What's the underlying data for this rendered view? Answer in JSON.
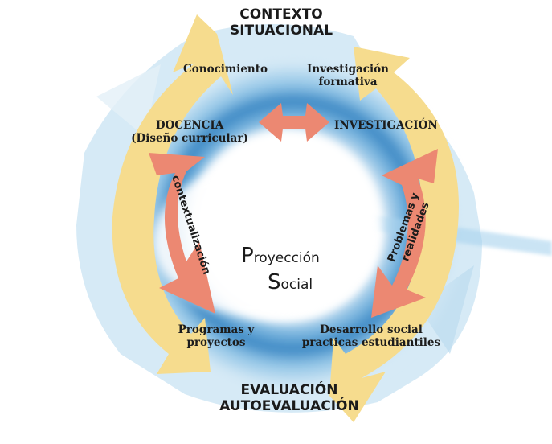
{
  "top": {
    "line1": "CONTEXTO",
    "line2": "SITUACIONAL"
  },
  "bottom": {
    "line1": "EVALUACIÓN",
    "line2": "AUTOEVALUACIÓN"
  },
  "nodes": {
    "conocimiento": "Conocimiento",
    "investigacion_formativa_1": "Investigación",
    "investigacion_formativa_2": "formativa",
    "docencia_1": "DOCENCIA",
    "docencia_2": "(Diseño curricular)",
    "investigacion": "INVESTIGACIÓN",
    "programas_1": "Programas y",
    "programas_2": "proyectos",
    "desarrollo_1": "Desarrollo social",
    "desarrollo_2": "practicas estudiantiles"
  },
  "arrows": {
    "left": "contextualización",
    "right_1": "Problemas y",
    "right_2": "realidades"
  },
  "center": {
    "p_cap": "P",
    "p_rest": "royección",
    "s_cap": "S",
    "s_rest": "ocial"
  },
  "colors": {
    "outer_arrows": "#f6dc8e",
    "inner_arrows": "#ec8872",
    "ring_light": "#cfe6f4",
    "ring_dark": "#3b8ac2"
  }
}
